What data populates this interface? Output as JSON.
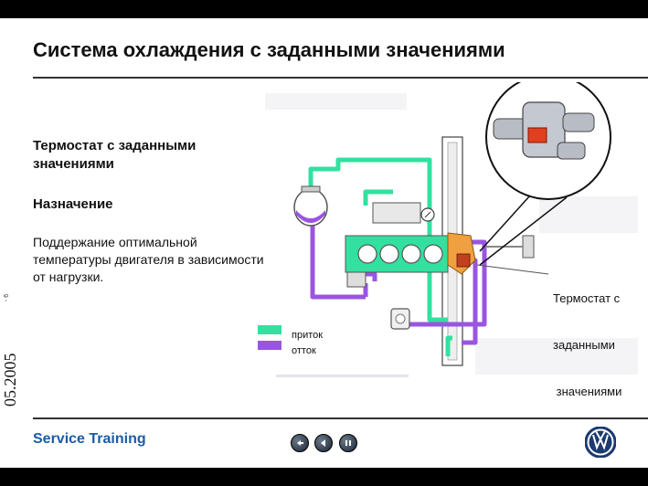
{
  "header": {
    "title": "Система охлаждения с заданными значениями"
  },
  "content": {
    "heading_line1": "Термостат с заданными",
    "heading_line2": "значениями",
    "subheading": "Назначение",
    "body_line1": "Поддержание оптимальной",
    "body_line2": "температуры двигателя в зависимости",
    "body_line3": "от нагрузки."
  },
  "diagram": {
    "callout_line1": "Термостат с",
    "callout_line2": "заданными",
    "callout_line3": " значениями",
    "legend": {
      "inflow": "приток",
      "outflow": "отток"
    },
    "colors": {
      "inflow": "#33e0a0",
      "outflow": "#9a55e0",
      "thermostat": "#f0a040"
    }
  },
  "footer": {
    "date": "05.2005",
    "page": "- 6",
    "brand": "Service Training",
    "nav": {
      "return_icon": "return-icon",
      "back_icon": "back-icon",
      "pause_icon": "pause-icon"
    },
    "logo": "vw-logo"
  }
}
